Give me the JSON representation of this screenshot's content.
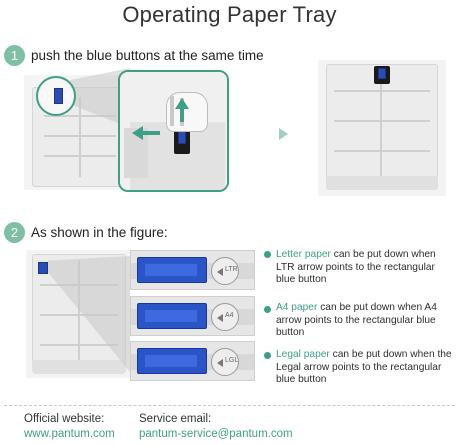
{
  "title": "Operating Paper Tray",
  "step1": {
    "number": "1",
    "text": "push the blue buttons at the same time"
  },
  "step2": {
    "number": "2",
    "text": "As shown in the figure:"
  },
  "panel_letters": [
    "LTR",
    "A4",
    "LGL"
  ],
  "descriptions": [
    {
      "highlight": "Letter paper",
      "rest": " can be put down when LTR arrow points to the rectangular blue button"
    },
    {
      "highlight": "A4 paper",
      "rest": " can be put down when A4 arrow points to the rectangular blue button"
    },
    {
      "highlight": "Legal paper",
      "rest": " can be put down when the Legal arrow points to the rectangular blue button"
    }
  ],
  "footer": {
    "website_label": "Official website:",
    "website_value": "www.pantum.com",
    "email_label": "Service email:",
    "email_value": "pantum-service@pantum.com"
  },
  "colors": {
    "accent": "#3f9e86",
    "step_circle": "#7fbfa6",
    "button_blue": "#2b55c6"
  }
}
